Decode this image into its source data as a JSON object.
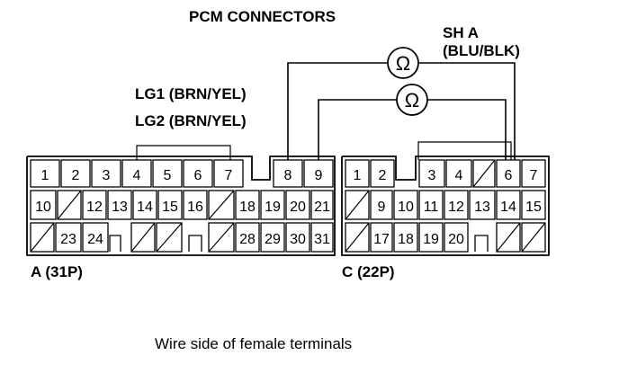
{
  "title": "PCM CONNECTORS",
  "labels": {
    "sh_a_line1": "SH A",
    "sh_a_line2": "(BLU/BLK)",
    "lg1": "LG1 (BRN/YEL)",
    "lg2": "LG2 (BRN/YEL)",
    "connector_a": "A (31P)",
    "connector_c": "C (22P)",
    "ohm_symbol": "Ω"
  },
  "caption": "Wire side of female terminals",
  "connector_a": {
    "rows": [
      [
        "1",
        "2",
        "3",
        "4",
        "5",
        "6",
        "7",
        "",
        "8",
        "9"
      ],
      [
        "10",
        "/",
        "12",
        "13",
        "14",
        "15",
        "16",
        "/",
        "18",
        "19",
        "20",
        "21"
      ],
      [
        "/",
        "23",
        "24",
        "",
        "/",
        "/",
        "",
        "/",
        "28",
        "29",
        "30",
        "31"
      ]
    ]
  },
  "connector_c": {
    "rows": [
      [
        "1",
        "2",
        "",
        "3",
        "4",
        "/",
        "6",
        "7"
      ],
      [
        "/",
        "9",
        "10",
        "11",
        "12",
        "13",
        "14",
        "15"
      ],
      [
        "/",
        "17",
        "18",
        "19",
        "20",
        "",
        "/",
        "/"
      ]
    ]
  },
  "icons": [
    "ohmmeter-icon",
    "ohmmeter-icon"
  ]
}
